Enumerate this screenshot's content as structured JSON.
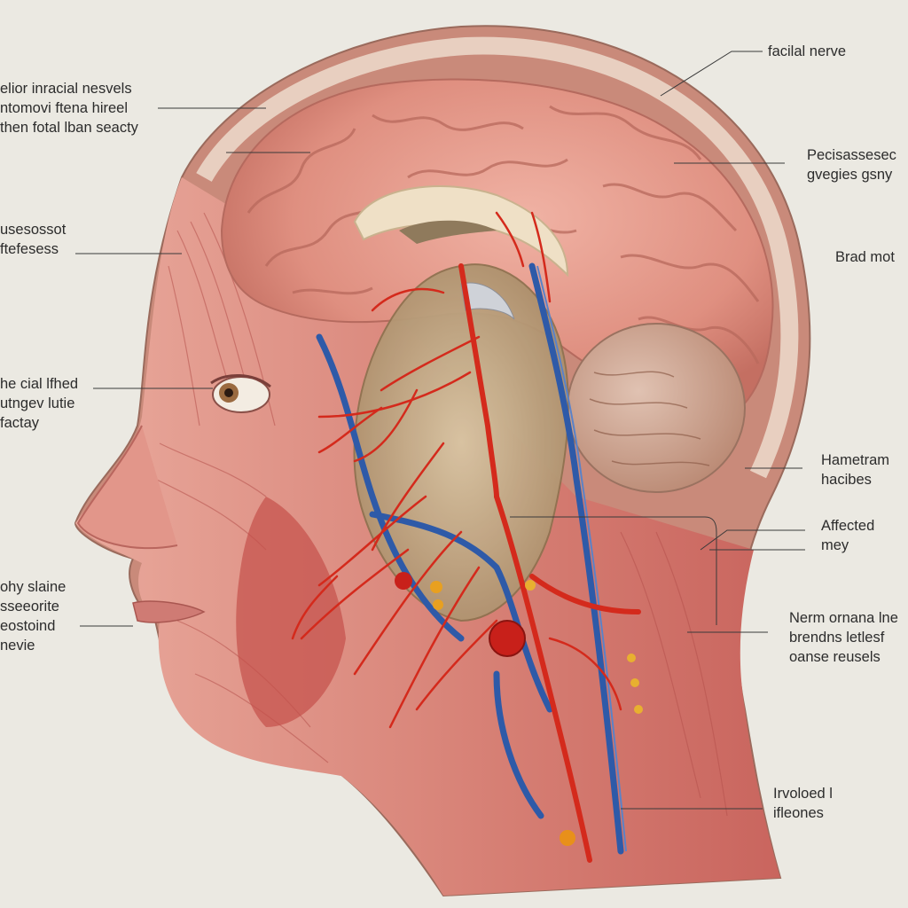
{
  "labels_left": [
    {
      "id": "top-left",
      "lines": [
        "elior inracial nesvels",
        "ntomovi ftena hireel",
        "then fotal lban seacty"
      ]
    },
    {
      "id": "mid-left",
      "lines": [
        "usesossot",
        "ftefesess"
      ]
    },
    {
      "id": "eye-left",
      "lines": [
        "he cial lfhed",
        "utngev lutie",
        "factay"
      ]
    },
    {
      "id": "jaw-left",
      "lines": [
        "ohy slaine",
        "sseeorite",
        "eostoind",
        "nevie"
      ]
    }
  ],
  "labels_right": [
    {
      "id": "facial-nerve",
      "lines": [
        "facilal nerve"
      ]
    },
    {
      "id": "upper-right",
      "lines": [
        "Pecisassesec",
        "gvegies gsny"
      ]
    },
    {
      "id": "brad",
      "lines": [
        "Brad mot"
      ]
    },
    {
      "id": "hamertram",
      "lines": [
        "Hametram",
        "hacibes"
      ]
    },
    {
      "id": "affected",
      "lines": [
        "Affected",
        "mey"
      ]
    },
    {
      "id": "nerm",
      "lines": [
        "Nerm ornana lne",
        "brendns letlesf",
        "oanse reusels"
      ]
    },
    {
      "id": "involoed",
      "lines": [
        "Irvoloed l",
        "ifleones"
      ]
    }
  ],
  "colors": {
    "background": "#ebe9e2",
    "skin": "#d98a80",
    "muscle": "#c85a55",
    "brain": "#e39a8c",
    "artery": "#d42a1c",
    "vein": "#2e5aa8",
    "bone": "#e8dcc0",
    "cerebellum": "#c69c88",
    "text": "#2c2c2c"
  }
}
